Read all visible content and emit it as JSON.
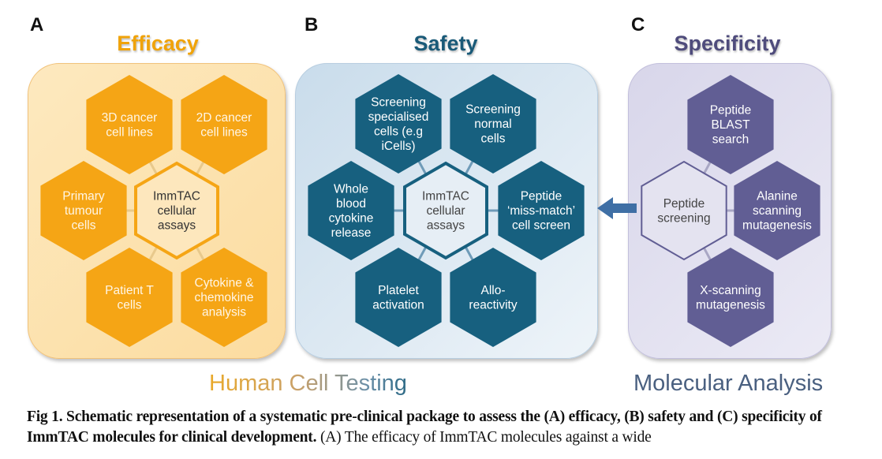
{
  "colors": {
    "efficacy_title": "#f0a30a",
    "efficacy_hex": "#f5a515",
    "efficacy_center_fill": "#fde7bd",
    "safety_title": "#1a5a78",
    "safety_hex": "#17607f",
    "safety_center_fill": "#e6eef5",
    "specificity_title": "#4f4c7c",
    "specificity_hex": "#615e94",
    "specificity_center_fill": "#e4e3f0",
    "arrow": "#3f6fa5",
    "human_cell_testing": "#d9a544",
    "molecular_analysis": "#4a6080"
  },
  "panels": [
    {
      "letter": "A",
      "title": "Efficacy",
      "center": [
        "ImmTAC",
        "cellular",
        "assays"
      ],
      "hexes": [
        [
          "3D cancer",
          "cell lines"
        ],
        [
          "2D cancer",
          "cell lines"
        ],
        [
          "Primary",
          "tumour",
          "cells"
        ],
        [
          "Patient T",
          "cells"
        ],
        [
          "Cytokine &",
          "chemokine",
          "analysis"
        ]
      ]
    },
    {
      "letter": "B",
      "title": "Safety",
      "center": [
        "ImmTAC",
        "cellular",
        "assays"
      ],
      "hexes": [
        [
          "Screening",
          "specialised",
          "cells (e.g",
          "iCells)"
        ],
        [
          "Screening",
          "normal",
          "cells"
        ],
        [
          "Whole",
          "blood",
          "cytokine",
          "release"
        ],
        [
          "Peptide",
          "‘miss-match’",
          "cell screen"
        ],
        [
          "Platelet",
          "activation"
        ],
        [
          "Allo-",
          "reactivity"
        ]
      ]
    },
    {
      "letter": "C",
      "title": "Specificity",
      "center": [
        "Peptide",
        "screening"
      ],
      "hexes": [
        [
          "Peptide",
          "BLAST",
          "search"
        ],
        [
          "Alanine",
          "scanning",
          "mutagenesis"
        ],
        [
          "X-scanning",
          "mutagenesis"
        ]
      ]
    }
  ],
  "footer": {
    "human_cell_testing": "Human Cell Testing",
    "molecular_analysis": "Molecular Analysis"
  },
  "caption": {
    "bold": "Fig 1.  Schematic representation of a systematic pre-clinical package to assess the (A) efficacy, (B) safety and (C) specificity of ImmTAC molecules for clinical development.",
    "normal": " (A) The efficacy of ImmTAC molecules against a wide"
  }
}
